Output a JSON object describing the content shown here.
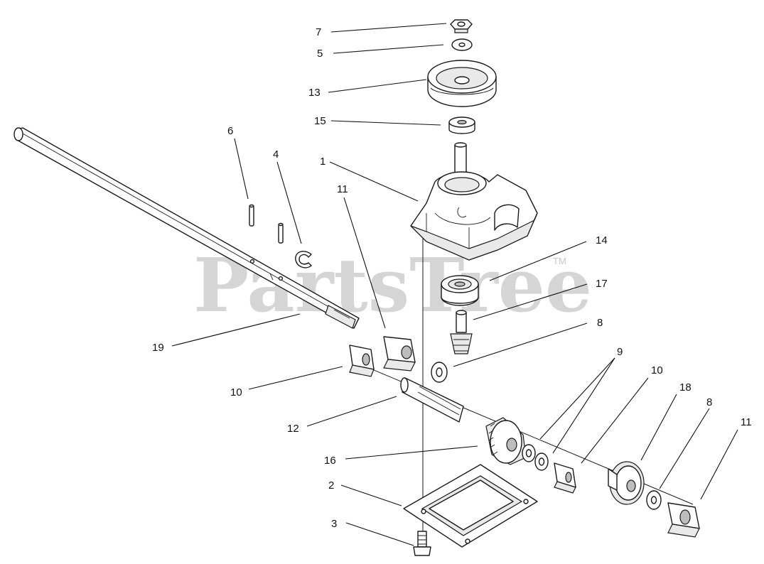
{
  "watermark": {
    "text": "PartsTree",
    "tm": "TM"
  },
  "callouts": [
    {
      "id": "callout-7",
      "label": "7"
    },
    {
      "id": "callout-5",
      "label": "5"
    },
    {
      "id": "callout-13",
      "label": "13"
    },
    {
      "id": "callout-15",
      "label": "15"
    },
    {
      "id": "callout-6",
      "label": "6"
    },
    {
      "id": "callout-4",
      "label": "4"
    },
    {
      "id": "callout-1",
      "label": "1"
    },
    {
      "id": "callout-11-left",
      "label": "11"
    },
    {
      "id": "callout-14",
      "label": "14"
    },
    {
      "id": "callout-17",
      "label": "17"
    },
    {
      "id": "callout-8-upper",
      "label": "8"
    },
    {
      "id": "callout-19",
      "label": "19"
    },
    {
      "id": "callout-9",
      "label": "9"
    },
    {
      "id": "callout-10-right",
      "label": "10"
    },
    {
      "id": "callout-10-left",
      "label": "10"
    },
    {
      "id": "callout-18",
      "label": "18"
    },
    {
      "id": "callout-8-lower",
      "label": "8"
    },
    {
      "id": "callout-11-right",
      "label": "11"
    },
    {
      "id": "callout-12",
      "label": "12"
    },
    {
      "id": "callout-16",
      "label": "16"
    },
    {
      "id": "callout-2",
      "label": "2"
    },
    {
      "id": "callout-3",
      "label": "3"
    }
  ]
}
